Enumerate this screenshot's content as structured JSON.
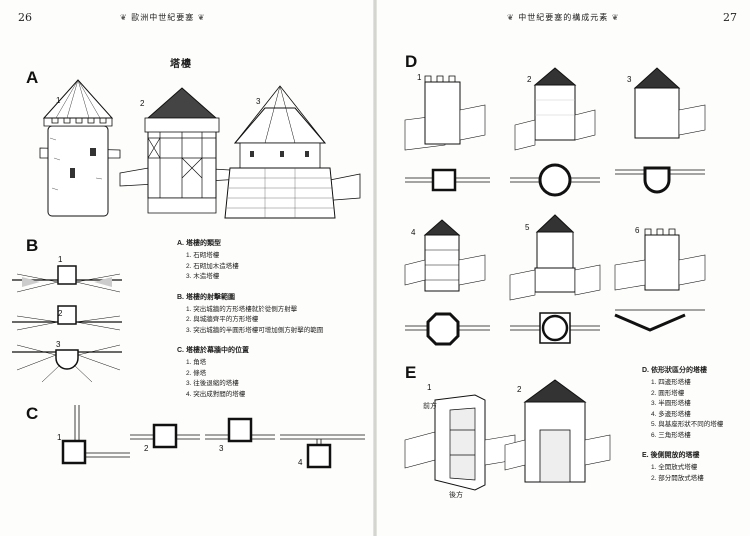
{
  "left_page": {
    "page_number": "26",
    "running_head": "歐洲中世紀要塞",
    "title": "塔樓",
    "sections": {
      "A": {
        "label": "A",
        "figures": [
          "1",
          "2",
          "3"
        ]
      },
      "B": {
        "label": "B",
        "figures": [
          "1",
          "2",
          "3"
        ]
      },
      "C": {
        "label": "C",
        "figures": [
          "1",
          "2",
          "3",
          "4"
        ]
      }
    },
    "legend": [
      {
        "heading": "A. 塔樓的類型",
        "items": [
          "1. 石砌塔樓",
          "2. 石砌加木造塔樓",
          "3. 木造塔樓"
        ]
      },
      {
        "heading": "B. 塔樓的射擊範圍",
        "items": [
          "1. 突出城牆的方形塔樓就於從側方射擊",
          "2. 與城牆齊平的方形塔樓",
          "3. 突出城牆的半圓形塔樓可增加側方射擊的範圍"
        ]
      },
      {
        "heading": "C. 塔樓於幕牆中的位置",
        "items": [
          "1. 角塔",
          "2. 條塔",
          "3. 往後退縮的塔樓",
          "4. 突出成對間的塔樓"
        ]
      }
    ]
  },
  "right_page": {
    "page_number": "27",
    "running_head": "中世紀要塞的構成元素",
    "sections": {
      "D": {
        "label": "D",
        "figures": [
          "1",
          "2",
          "3",
          "4",
          "5",
          "6"
        ]
      },
      "E": {
        "label": "E",
        "figures": [
          "1",
          "2"
        ],
        "front_label": "前方",
        "back_label": "後方"
      }
    },
    "legend": [
      {
        "heading": "D. 依形狀區分的塔樓",
        "items": [
          "1. 四邊形塔樓",
          "2. 圓形塔樓",
          "3. 半圓形塔樓",
          "4. 多邊形塔樓",
          "5. 與基座形狀不同的塔樓",
          "6. 三角形塔樓"
        ]
      },
      {
        "heading": "E. 後側開放的塔樓",
        "items": [
          "1. 全開放式塔樓",
          "2. 部分開放式塔樓"
        ]
      }
    ]
  }
}
